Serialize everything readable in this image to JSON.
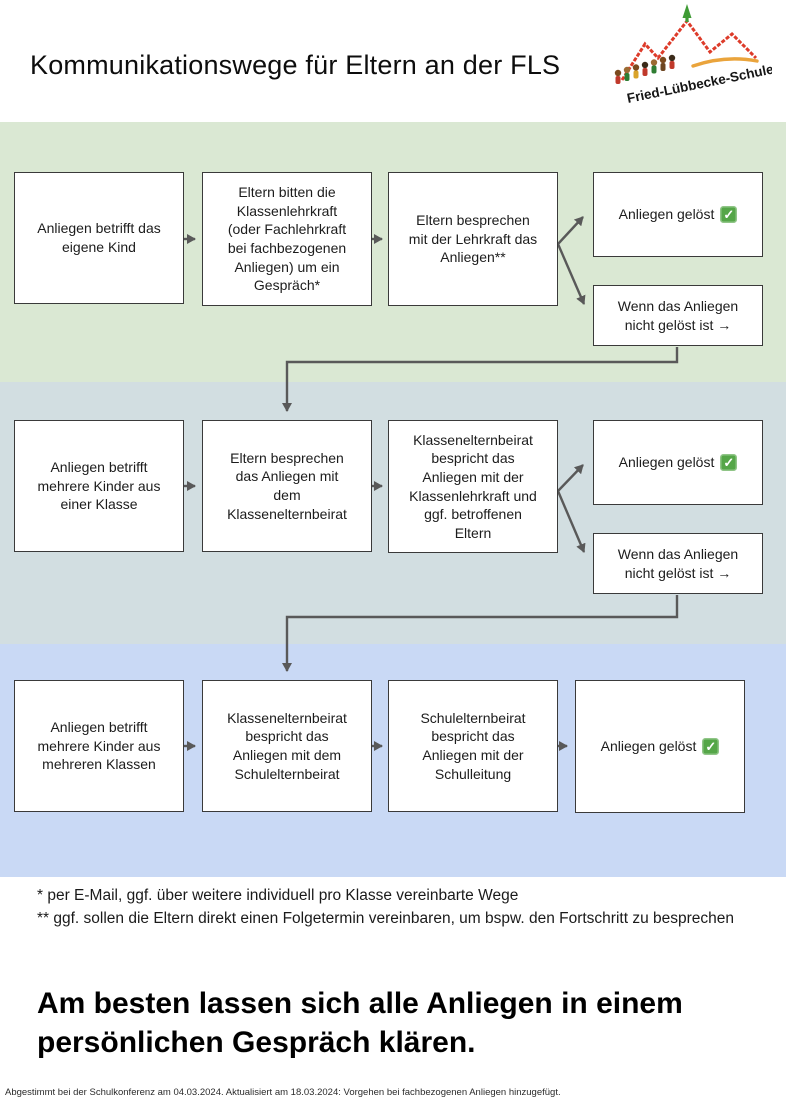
{
  "header": {
    "title": "Kommunikationswege für Eltern an der FLS",
    "logo_text": "Fried-Lübbecke-Schule"
  },
  "boxes": {
    "r1b1": "Anliegen betrifft das\neigene Kind",
    "r1b2": "Eltern bitten die\nKlassenlehrkraft\n(oder Fachlehrkraft\nbei fachbezogenen\nAnliegen) um ein\nGespräch*",
    "r1b3": "Eltern besprechen\nmit der Lehrkraft das\nAnliegen**",
    "r1b4": "Anliegen gelöst",
    "r1b5": "Wenn das Anliegen\nnicht gelöst ist →",
    "r2b1": "Anliegen betrifft\nmehrere Kinder aus\neiner Klasse",
    "r2b2": "Eltern besprechen\ndas Anliegen mit\ndem\nKlassenelternbeirat",
    "r2b3": "Klassenelternbeirat\nbespricht das\nAnliegen mit der\nKlassenlehrkraft und\nggf. betroffenen\nEltern",
    "r2b4": "Anliegen gelöst",
    "r2b5": "Wenn das Anliegen\nnicht gelöst ist →",
    "r3b1": "Anliegen betrifft\nmehrere Kinder aus\nmehreren Klassen",
    "r3b2": "Klassenelternbeirat\nbespricht das\nAnliegen mit dem\nSchulelternbeirat",
    "r3b3": "Schulelternbeirat\nbespricht das\nAnliegen mit der\nSchulleitung",
    "r3b4": "Anliegen gelöst"
  },
  "icons": {
    "check": "✓"
  },
  "notes": {
    "line1": "* per E-Mail, ggf. über weitere individuell pro Klasse vereinbarte Wege",
    "line2": "** ggf. sollen die Eltern direkt einen Folgetermin vereinbaren, um bspw. den Fortschritt zu besprechen"
  },
  "headline": "Am besten lassen sich alle Anliegen in einem persönlichen Gespräch klären.",
  "footer": "Abgestimmt bei der Schulkonferenz am 04.03.2024. Aktualisiert am 18.03.2024: Vorgehen bei fachbezogenen Anliegen hinzugefügt.",
  "colors": {
    "band_green": "#dae8d3",
    "band_gray": "#d2dee1",
    "band_blue": "#c9d9f5",
    "arrow": "#595959",
    "check_green": "#55a648",
    "box_border": "#3a3a3a",
    "logo_red": "#dd3b2a",
    "logo_orange": "#eaa43c",
    "logo_green": "#3f9b35"
  }
}
